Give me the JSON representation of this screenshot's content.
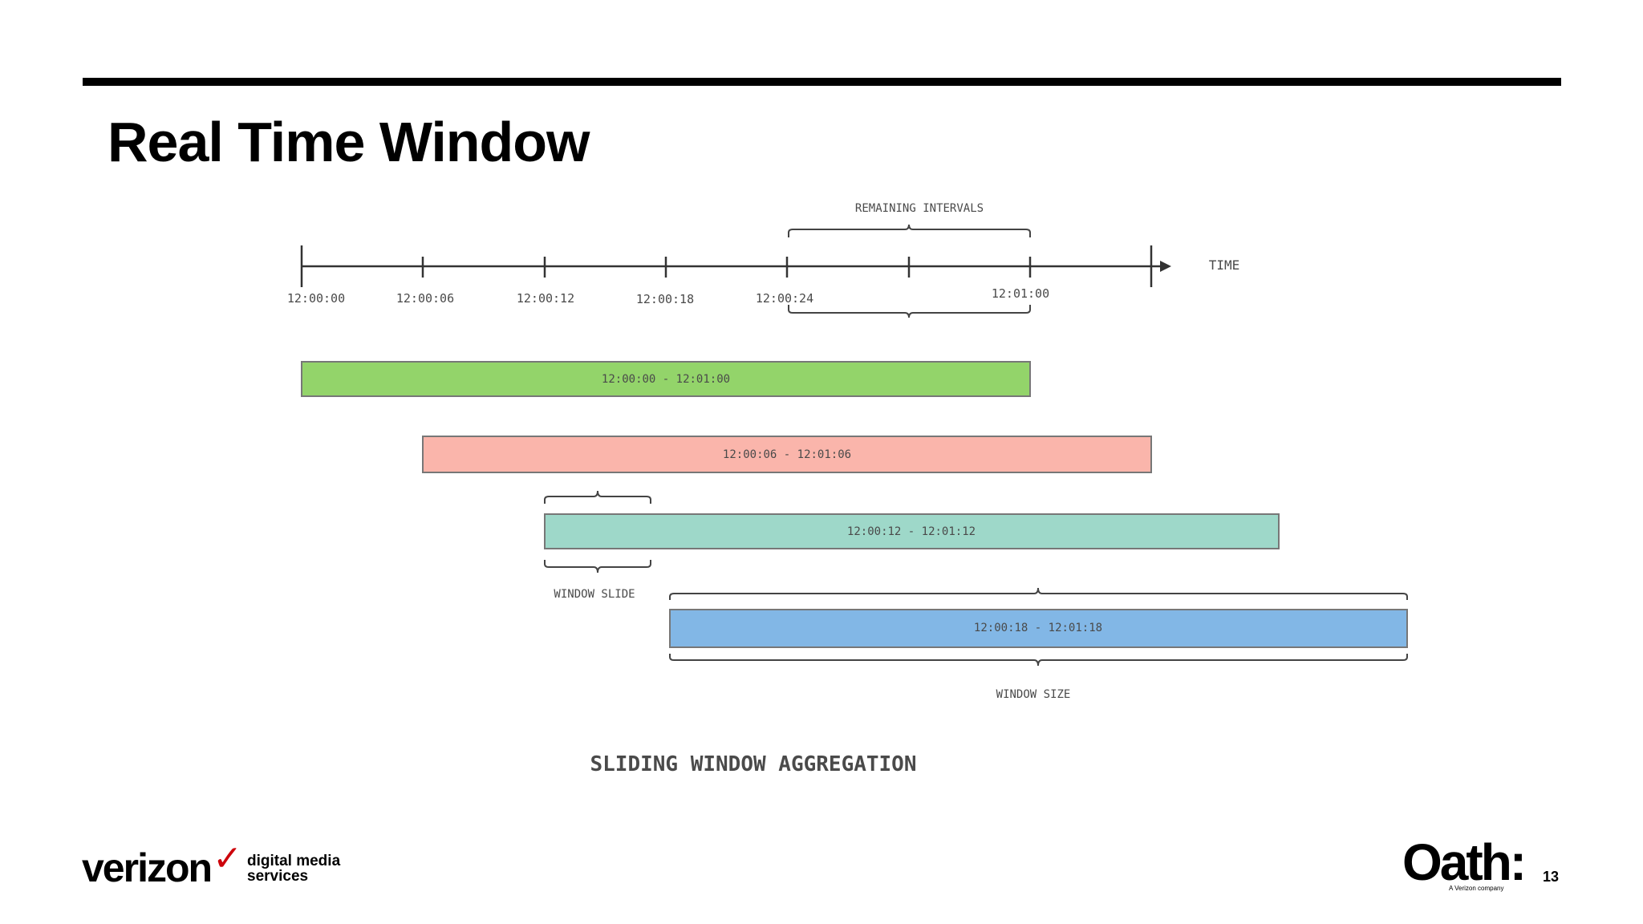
{
  "slide": {
    "title": "Real Time Window",
    "page_number": "13"
  },
  "diagram": {
    "time_ticks": [
      "12:00:00",
      "12:00:06",
      "12:00:12",
      "12:00:18",
      "12:00:24",
      "12:01:00"
    ],
    "axis_label": "TIME",
    "remaining_label": "REMAINING INTERVALS",
    "windows": [
      {
        "label": "12:00:00 - 12:01:00",
        "color": "#93d46a"
      },
      {
        "label": "12:00:06 - 12:01:06",
        "color": "#fab5ab"
      },
      {
        "label": "12:00:12 - 12:01:12",
        "color": "#9ed8c9"
      },
      {
        "label": "12:00:18 - 12:01:18",
        "color": "#82b7e6"
      }
    ],
    "window_slide_label": "WINDOW SLIDE",
    "window_size_label": "WINDOW SIZE",
    "caption": "SLIDING WINDOW AGGREGATION"
  },
  "footer": {
    "brand": "verizon",
    "brand_mark": "✓",
    "brand_sub_line1": "digital media",
    "brand_sub_line2": "services",
    "partner": "Oath:",
    "partner_sub": "A Verizon company"
  }
}
